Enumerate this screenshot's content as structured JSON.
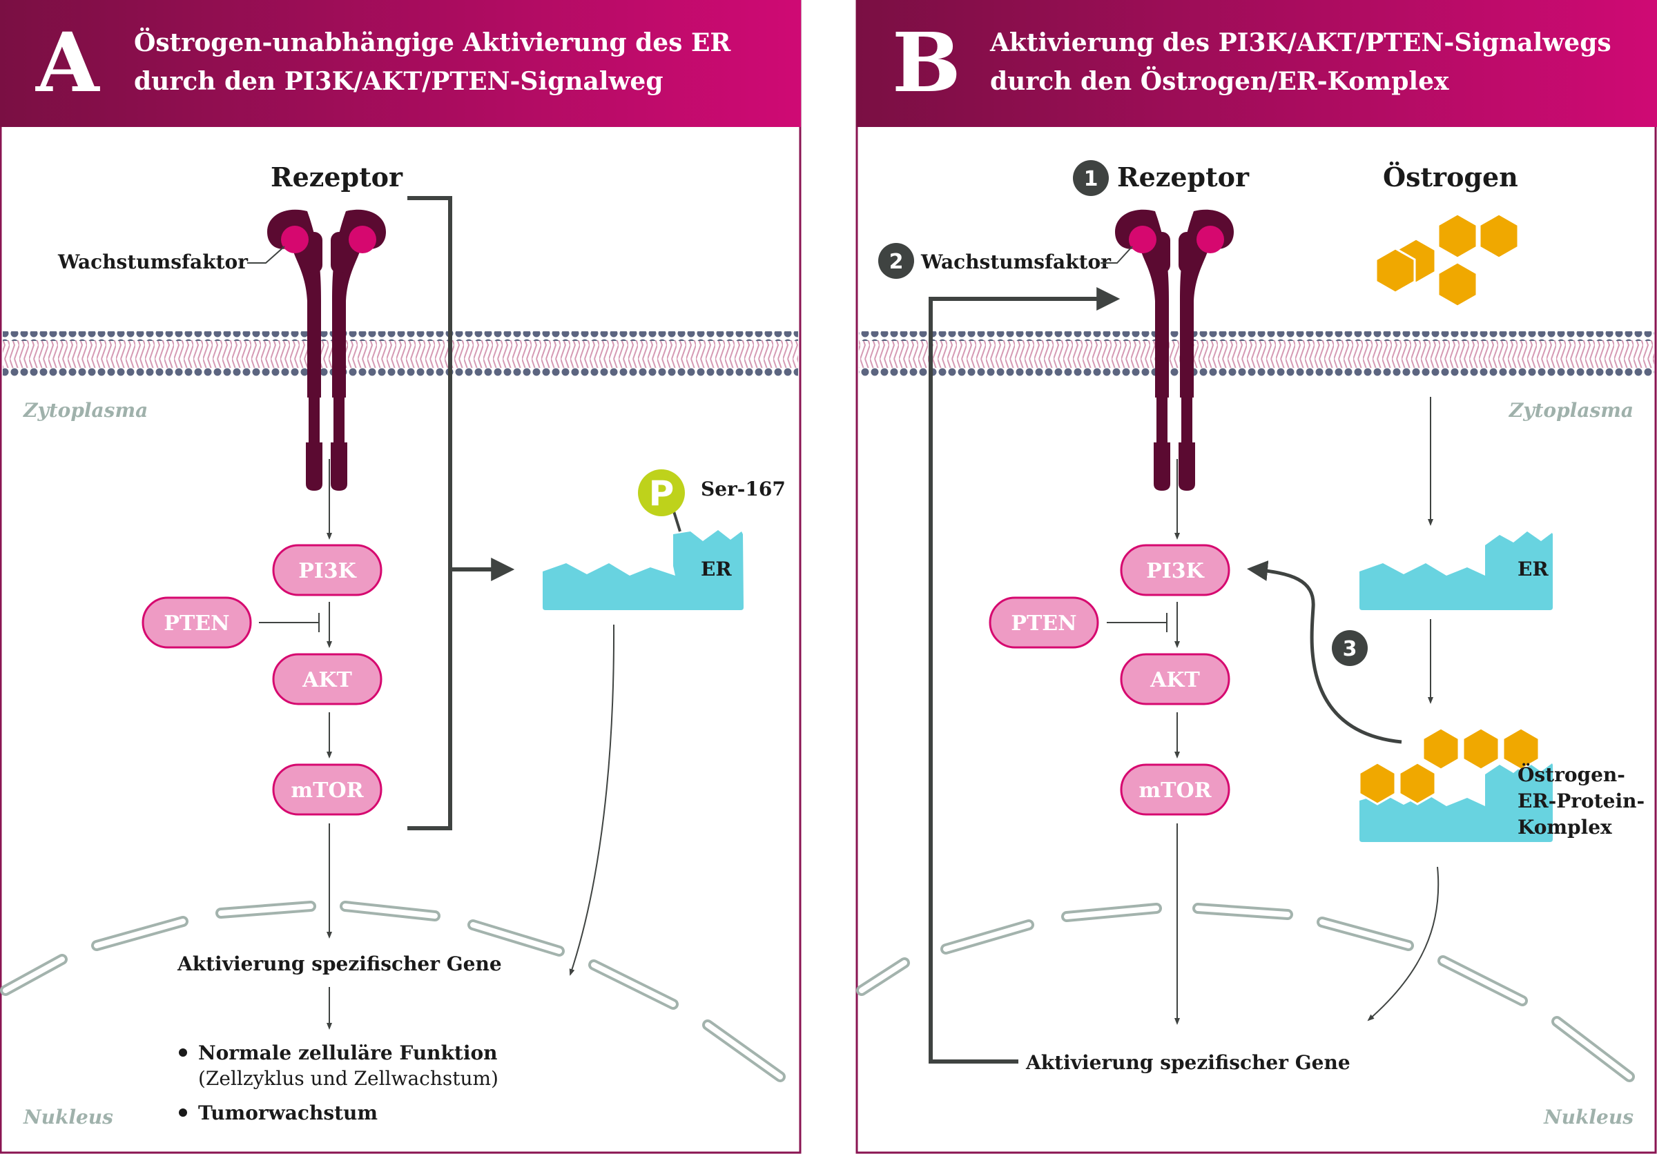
{
  "colors": {
    "header_gradient_start": "#7a0f43",
    "header_gradient_end": "#cf0a74",
    "receptor": "#5b0a31",
    "growth_factor": "#d6086f",
    "pill_fill": "#ee9bc4",
    "pill_stroke": "#d6086f",
    "er": "#68d3e0",
    "estrogen": "#f0a800",
    "phospho": "#bed21b",
    "membrane_dots": "#5c6580",
    "membrane_lines": "#d59ab4",
    "nucleus_envelope": "#a3b3ad",
    "arrow_dark": "#3f4341"
  },
  "panel_a": {
    "letter": "A",
    "title_line1": "Östrogen-unabhängige Aktivierung des ER",
    "title_line2": "durch den PI3K/AKT/PTEN-Signalweg",
    "receptor_label": "Rezeptor",
    "growth_factor_label": "Wachstumsfaktor",
    "cytoplasm_label": "Zytoplasma",
    "nucleus_label": "Nukleus",
    "pi3k": "PI3K",
    "pten": "PTEN",
    "akt": "AKT",
    "mtor": "mTOR",
    "phospho_symbol": "P",
    "phospho_site": "Ser-167",
    "er_label": "ER",
    "gene_activation": "Aktivierung spezifischer Gene",
    "bullet1": "Normale zelluläre Funktion",
    "bullet1_sub": "(Zellzyklus und Zellwachstum)",
    "bullet2": "Tumorwachstum"
  },
  "panel_b": {
    "letter": "B",
    "title_line1": "Aktivierung des PI3K/AKT/PTEN-Signalwegs",
    "title_line2": "durch den Östrogen/ER-Komplex",
    "step1": "1",
    "step2": "2",
    "step3": "3",
    "receptor_label": "Rezeptor",
    "estrogen_label": "Östrogen",
    "growth_factor_label": "Wachstumsfaktor",
    "cytoplasm_label": "Zytoplasma",
    "nucleus_label": "Nukleus",
    "pi3k": "PI3K",
    "pten": "PTEN",
    "akt": "AKT",
    "mtor": "mTOR",
    "er_label": "ER",
    "complex_line1": "Östrogen-",
    "complex_line2": "ER-Protein-",
    "complex_line3": "Komplex",
    "gene_activation": "Aktivierung spezifischer Gene"
  }
}
